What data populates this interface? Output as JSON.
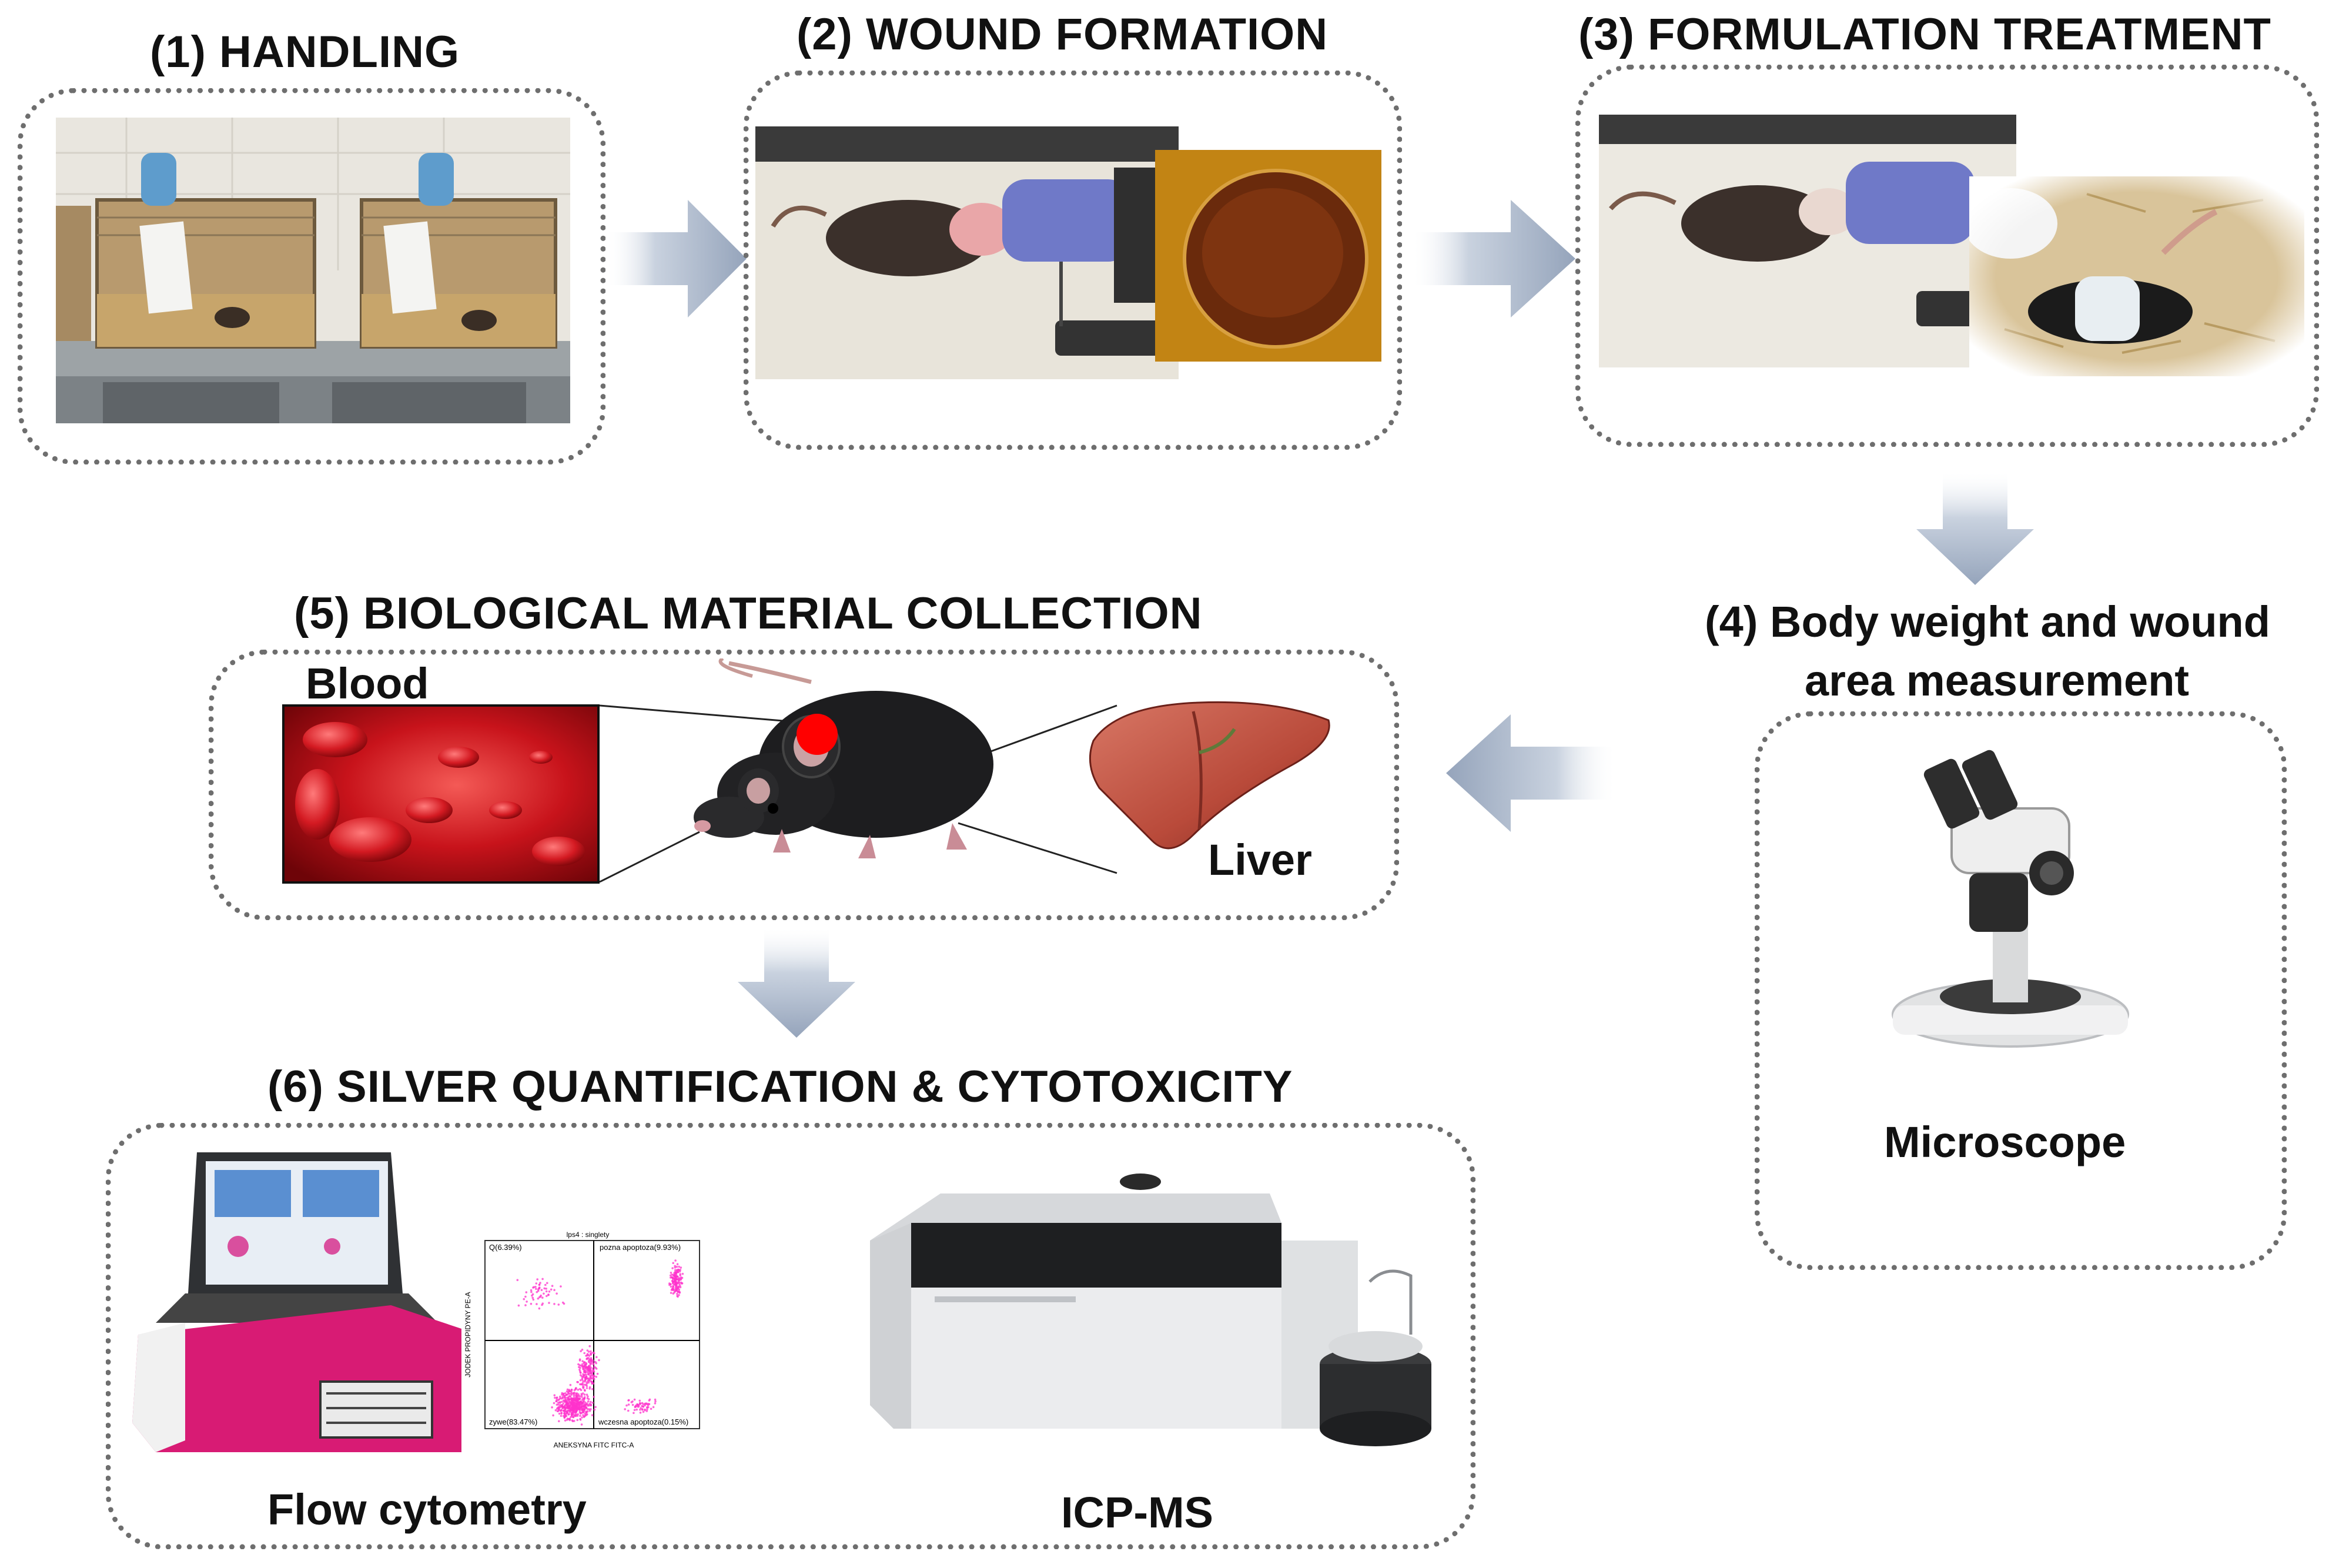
{
  "steps": {
    "s1": {
      "title": "(1) HANDLING"
    },
    "s2": {
      "title": "(2) WOUND FORMATION"
    },
    "s3": {
      "title": "(3) FORMULATION TREATMENT"
    },
    "s4": {
      "title_line1": "(4) Body weight and wound",
      "title_line2": "area measurement",
      "device": "Microscope"
    },
    "s5": {
      "title": "(5) BIOLOGICAL MATERIAL COLLECTION",
      "blood": "Blood",
      "liver": "Liver"
    },
    "s6": {
      "title": "(6) SILVER QUANTIFICATION & CYTOTOXICITY",
      "flow": "Flow cytometry",
      "icp": "ICP-MS"
    }
  },
  "plot": {
    "header": "lps4 : singlety",
    "q1": "Q(6.39%)",
    "q2": "pozna apoptoza(9.93%)",
    "q3": "zywe(83.47%)",
    "q4": "wczesna apoptoza(0.15%)",
    "xlabel": "ANEKSYNA FITC FITC-A",
    "ylabel": "JODEK PROPIDYNY PE-A"
  },
  "colors": {
    "arrow": "#a9b6c9",
    "border": "#6e6e6e",
    "marker": "#ff0000",
    "accent": "#d81b74"
  }
}
